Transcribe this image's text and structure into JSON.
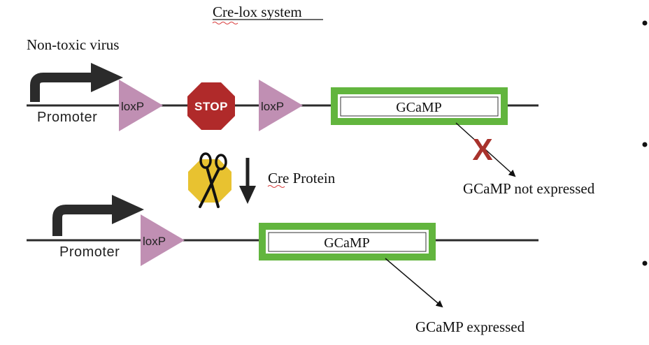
{
  "title": "Cre-lox system",
  "virus_label": "Non-toxic virus",
  "top_construct": {
    "promoter_label": "Promoter",
    "lox1_label": "loxP",
    "stop_label": "STOP",
    "lox2_label": "loxP",
    "gene_label": "GCaMP",
    "outcome_label": "GCaMP not expressed",
    "block_mark": "X"
  },
  "cre": {
    "label": "Cre Protein"
  },
  "bottom_construct": {
    "promoter_label": "Promoter",
    "lox_label": "loxP",
    "gene_label": "GCaMP",
    "outcome_label": "GCaMP expressed"
  },
  "colors": {
    "dna_line": "#2b2b2b",
    "promoter_arrow": "#2b2b2b",
    "loxp": "#c08fb3",
    "stop_sign": "#b02a2a",
    "gene_border": "#62b53e",
    "cre_octagon": "#e8c230",
    "block_mark": "#a8322c",
    "spellcheck_underline": "#d83a3a"
  }
}
